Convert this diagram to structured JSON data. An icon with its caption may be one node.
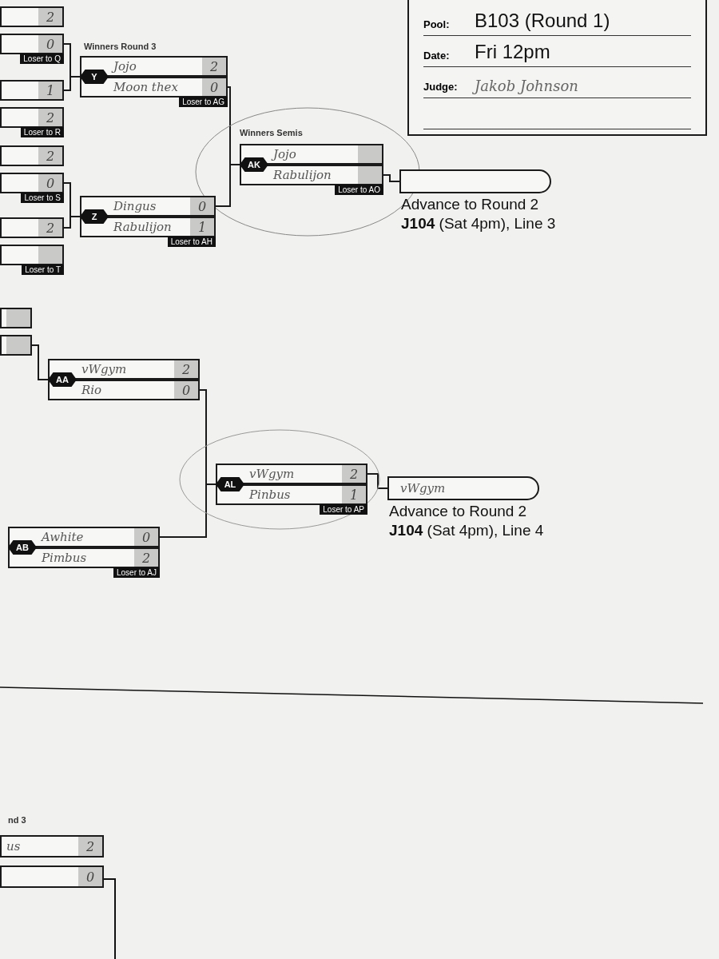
{
  "diagram": {
    "nodes": [
      {
        "text": [
          "Pool:",
          "B103 (Round 1)",
          "Date:",
          "Fri 12pm",
          "Judge:",
          "Jakob Johnson"
        ]
      },
      {
        "text": [
          "2"
        ]
      },
      {
        "text": [
          "0"
        ],
        "beside": [
          "Loser to Q"
        ]
      },
      {
        "text": [
          "1"
        ]
      },
      {
        "text": [
          "2"
        ],
        "beside": [
          "Loser to R"
        ]
      },
      {
        "text": [
          "2"
        ]
      },
      {
        "text": [
          "0"
        ],
        "beside": [
          "Loser to S"
        ]
      },
      {
        "text": [
          "2"
        ]
      },
      {
        "text": [],
        "shape": "box",
        "beside": [
          "Loser to T"
        ]
      },
      {
        "text": [
          "Y"
        ]
      },
      {
        "text": [
          "Jojo",
          "2"
        ]
      },
      {
        "text": [
          "Moon thex",
          "0"
        ],
        "beside": [
          "Loser to AG"
        ]
      },
      {
        "text": [
          "Z"
        ]
      },
      {
        "text": [
          "Dingus",
          "0"
        ]
      },
      {
        "text": [
          "Rabulijon",
          "1"
        ],
        "beside": [
          "Loser to AH"
        ]
      },
      {
        "text": [
          "AK"
        ]
      },
      {
        "text": [
          "Jojo"
        ]
      },
      {
        "text": [
          "Rabulijon"
        ],
        "beside": [
          "Loser to AO"
        ]
      },
      {
        "text": [],
        "shape": "box",
        "beside": [
          "Advance to Round 2",
          "**J104** (Sat 4pm), Line 3"
        ]
      },
      {
        "text": [],
        "shape": "box"
      },
      {
        "text": [],
        "shape": "box"
      },
      {
        "text": [
          "AA"
        ]
      },
      {
        "text": [
          "vWgym",
          "2"
        ]
      },
      {
        "text": [
          "Rio",
          "0"
        ]
      },
      {
        "text": [
          "AB"
        ]
      },
      {
        "text": [
          "Awhite",
          "0"
        ]
      },
      {
        "text": [
          "Pimbus",
          "2"
        ],
        "beside": [
          "Loser to AJ"
        ]
      },
      {
        "text": [
          "AL"
        ]
      },
      {
        "text": [
          "vWgym",
          "2"
        ]
      },
      {
        "text": [
          "Pinbus",
          "1"
        ],
        "beside": [
          "Loser to AP"
        ]
      },
      {
        "text": [
          "vWgym"
        ],
        "beside": [
          "Advance to Round 2",
          "**J104** (Sat 4pm), Line 4"
        ]
      },
      {
        "text": [
          "us",
          "2"
        ]
      },
      {
        "text": [
          "0"
        ]
      }
    ],
    "edges": [
      {
        "from": 2,
        "to": 9,
        "arrow": "none"
      },
      {
        "from": 3,
        "to": 9,
        "arrow": "none"
      },
      {
        "from": 6,
        "to": 12,
        "arrow": "none"
      },
      {
        "from": 7,
        "to": 12,
        "arrow": "none"
      },
      {
        "from": 11,
        "to": 15,
        "arrow": "none"
      },
      {
        "from": 13,
        "to": 15,
        "arrow": "none"
      },
      {
        "from": 17,
        "to": 18,
        "arrow": "none"
      },
      {
        "from": 20,
        "to": 21,
        "arrow": "none"
      },
      {
        "from": 23,
        "to": 27,
        "arrow": "none"
      },
      {
        "from": 25,
        "to": 27,
        "arrow": "none"
      },
      {
        "from": 28,
        "to": 30,
        "arrow": "none"
      }
    ],
    "labels": [
      "Winners Round 3",
      "Winners Semis",
      "nd 3"
    ]
  }
}
